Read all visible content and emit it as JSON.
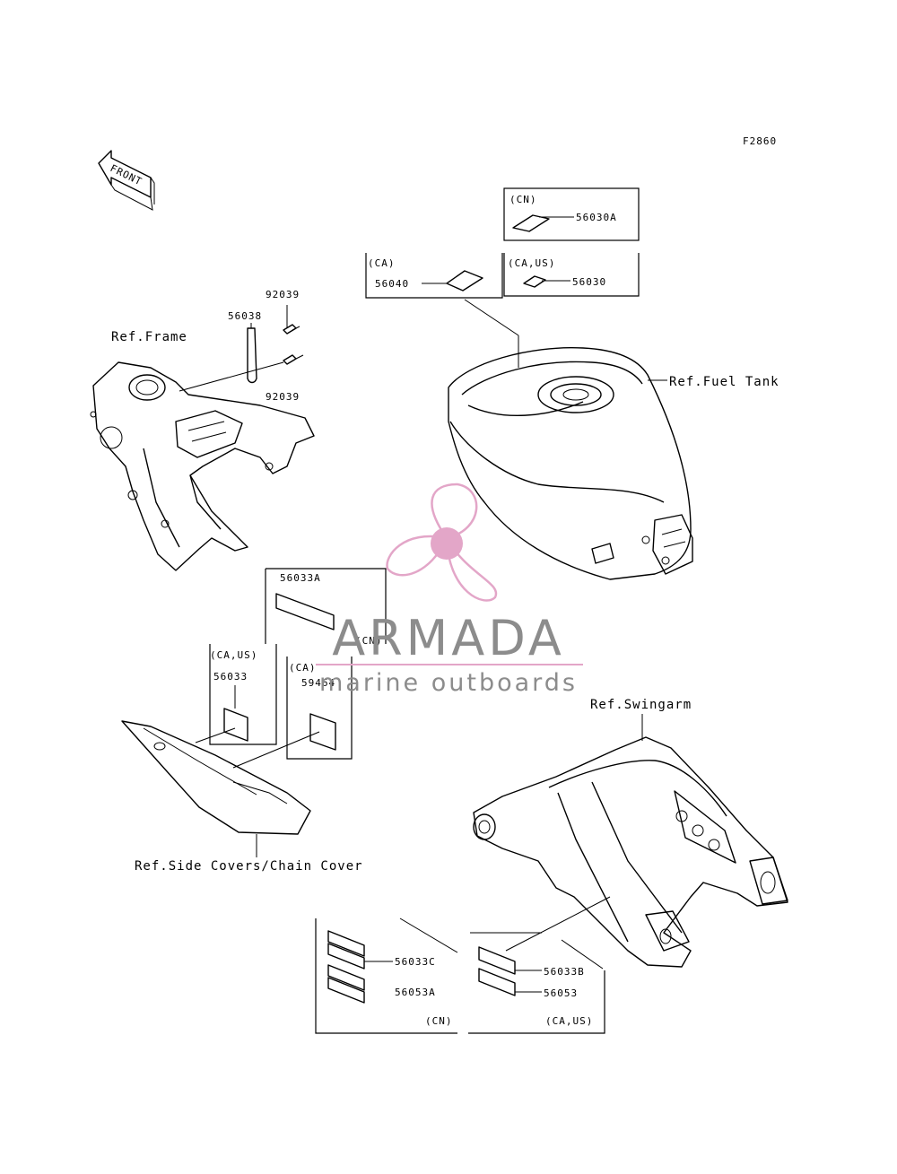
{
  "diagram": {
    "code": "F2860",
    "front_label": "FRONT",
    "references": {
      "frame": "Ref.Frame",
      "fuel_tank": "Ref.Fuel Tank",
      "side_covers": "Ref.Side Covers/Chain Cover",
      "swingarm": "Ref.Swingarm"
    },
    "regions": {
      "cn": "(CN)",
      "ca": "(CA)",
      "ca_us": "(CA,US)"
    },
    "parts": {
      "p92039_top": "92039",
      "p92039_bottom": "92039",
      "p56038": "56038",
      "p56030A": "56030A",
      "p56040": "56040",
      "p56030": "56030",
      "p56033A": "56033A",
      "p56033": "56033",
      "p59464": "59464",
      "p56033C": "56033C",
      "p56053A": "56053A",
      "p56033B": "56033B",
      "p56053": "56053"
    }
  },
  "watermark": {
    "brand": "ARMADA",
    "tagline": "marine outboards",
    "accent_color": "#e3a6c8",
    "text_color": "#8c8c8c"
  }
}
